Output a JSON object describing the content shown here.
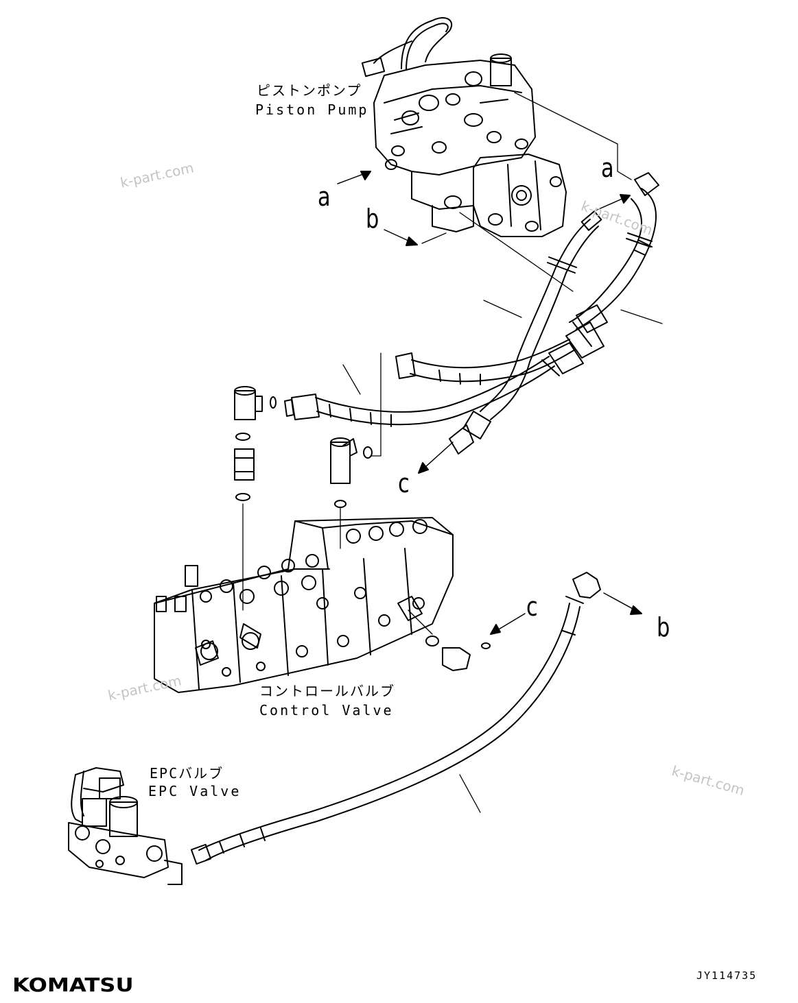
{
  "components": {
    "piston_pump": {
      "jp": "ピストンポンプ",
      "en": "Piston Pump"
    },
    "control_valve": {
      "jp": "コントロールバルブ",
      "en": "Control Valve"
    },
    "epc_valve": {
      "jp": "EPCバルブ",
      "en": "EPC Valve"
    }
  },
  "connection_labels": {
    "a_pump": "a",
    "a_hose": "a",
    "b_pump": "b",
    "b_hose": "b",
    "c_hose": "c",
    "c_valve": "c"
  },
  "watermarks": [
    "k-part.com",
    "k-part.com",
    "k-part.com",
    "k-part.com"
  ],
  "brand": {
    "logo": "KOMATSU"
  },
  "drawing_code": "JY114735"
}
